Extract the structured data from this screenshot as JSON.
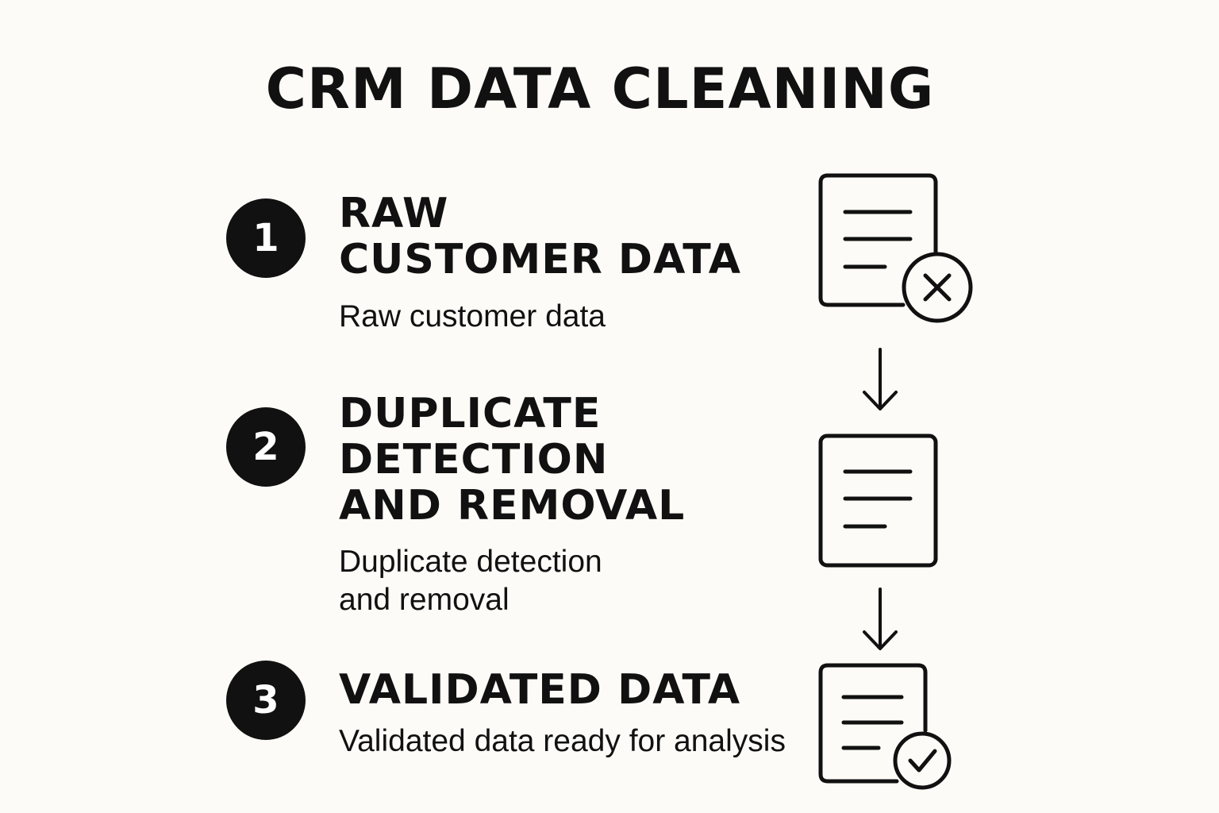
{
  "title": "CRM DATA CLEANING",
  "steps": [
    {
      "number": "1",
      "heading_lines": [
        "RAW",
        "CUSTOMER DATA"
      ],
      "description_lines": [
        "Raw customer data"
      ],
      "icon": "document-x-icon"
    },
    {
      "number": "2",
      "heading_lines": [
        "DUPLICATE",
        "DETECTION",
        "AND REMOVAL"
      ],
      "description_lines": [
        "Duplicate detection",
        "and removal"
      ],
      "icon": "document-icon"
    },
    {
      "number": "3",
      "heading_lines": [
        "VALIDATED DATA"
      ],
      "description_lines": [
        "Validated data ready for analysis"
      ],
      "icon": "document-check-icon"
    }
  ],
  "connectors": [
    "arrow-down-icon",
    "arrow-down-icon"
  ],
  "colors": {
    "background": "#fcfbf7",
    "ink": "#111111",
    "badge_text": "#ffffff"
  }
}
